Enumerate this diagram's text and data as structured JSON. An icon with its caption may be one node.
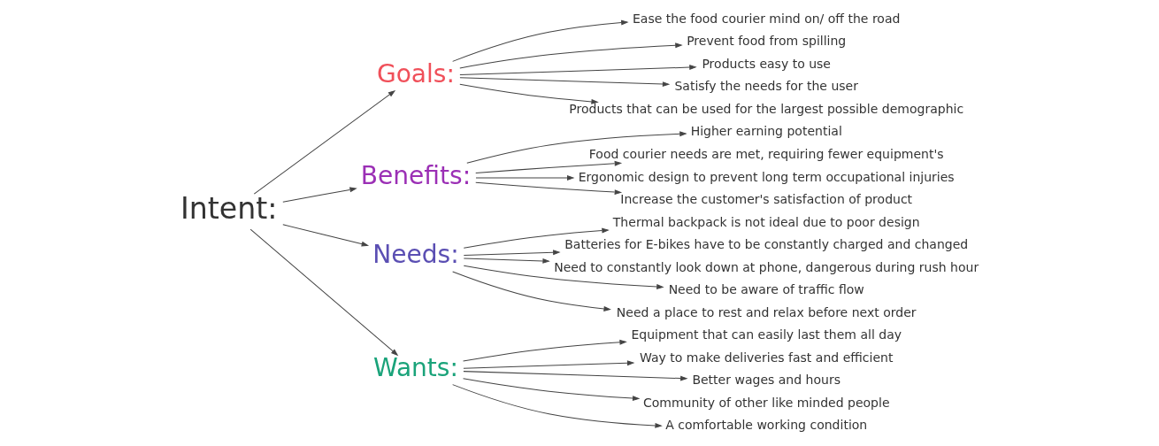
{
  "diagram": {
    "nodes": [
      {
        "text": [
          "Goals:"
        ]
      },
      {
        "text": [
          "Ease the food courier mind on/ off the road"
        ]
      },
      {
        "text": [
          "Prevent food from spilling"
        ]
      },
      {
        "text": [
          "Products easy to use"
        ]
      },
      {
        "text": [
          "Satisfy the needs for the user"
        ]
      },
      {
        "text": [
          "Products that can be used for the largest possible demographic"
        ]
      },
      {
        "text": [
          "Benefits:"
        ]
      },
      {
        "text": [
          "Higher earning potential"
        ]
      },
      {
        "text": [
          "Food courier needs are met, requiring fewer equipment's"
        ]
      },
      {
        "text": [
          "Ergonomic design to prevent long term occupational injuries"
        ]
      },
      {
        "text": [
          "Increase the customer's satisfaction of product"
        ]
      },
      {
        "text": [
          "Intent:"
        ]
      },
      {
        "text": [
          "Needs:"
        ]
      },
      {
        "text": [
          "Thermal backpack is not ideal due to poor design"
        ]
      },
      {
        "text": [
          "Batteries for E-bikes have to be constantly charged and changed"
        ]
      },
      {
        "text": [
          "Need to constantly look down at phone, dangerous during rush hour"
        ]
      },
      {
        "text": [
          "Need to be aware of traffic flow"
        ]
      },
      {
        "text": [
          "Need a place to rest and relax before next order"
        ]
      },
      {
        "text": [
          "Wants:"
        ]
      },
      {
        "text": [
          "Equipment that can easily last them all day"
        ]
      },
      {
        "text": [
          "Way to make deliveries fast and efficient"
        ]
      },
      {
        "text": [
          "Better wages and hours"
        ]
      },
      {
        "text": [
          "Community of other like minded people"
        ]
      },
      {
        "text": [
          "A comfortable working condition"
        ]
      }
    ],
    "edges": [
      {
        "from": 11,
        "to": 0,
        "arrow": "to"
      },
      {
        "from": 11,
        "to": 6,
        "arrow": "to"
      },
      {
        "from": 11,
        "to": 12,
        "arrow": "to"
      },
      {
        "from": 11,
        "to": 18,
        "arrow": "to"
      },
      {
        "from": 0,
        "to": 1,
        "arrow": "to"
      },
      {
        "from": 0,
        "to": 2,
        "arrow": "to"
      },
      {
        "from": 0,
        "to": 3,
        "arrow": "to"
      },
      {
        "from": 0,
        "to": 4,
        "arrow": "to"
      },
      {
        "from": 0,
        "to": 5,
        "arrow": "to"
      },
      {
        "from": 6,
        "to": 7,
        "arrow": "to"
      },
      {
        "from": 6,
        "to": 8,
        "arrow": "to"
      },
      {
        "from": 6,
        "to": 9,
        "arrow": "to"
      },
      {
        "from": 6,
        "to": 10,
        "arrow": "to"
      },
      {
        "from": 12,
        "to": 13,
        "arrow": "to"
      },
      {
        "from": 12,
        "to": 14,
        "arrow": "to"
      },
      {
        "from": 12,
        "to": 15,
        "arrow": "to"
      },
      {
        "from": 12,
        "to": 16,
        "arrow": "to"
      },
      {
        "from": 12,
        "to": 17,
        "arrow": "to"
      },
      {
        "from": 18,
        "to": 19,
        "arrow": "to"
      },
      {
        "from": 18,
        "to": 20,
        "arrow": "to"
      },
      {
        "from": 18,
        "to": 21,
        "arrow": "to"
      },
      {
        "from": 18,
        "to": 22,
        "arrow": "to"
      },
      {
        "from": 18,
        "to": 23,
        "arrow": "to"
      }
    ]
  }
}
